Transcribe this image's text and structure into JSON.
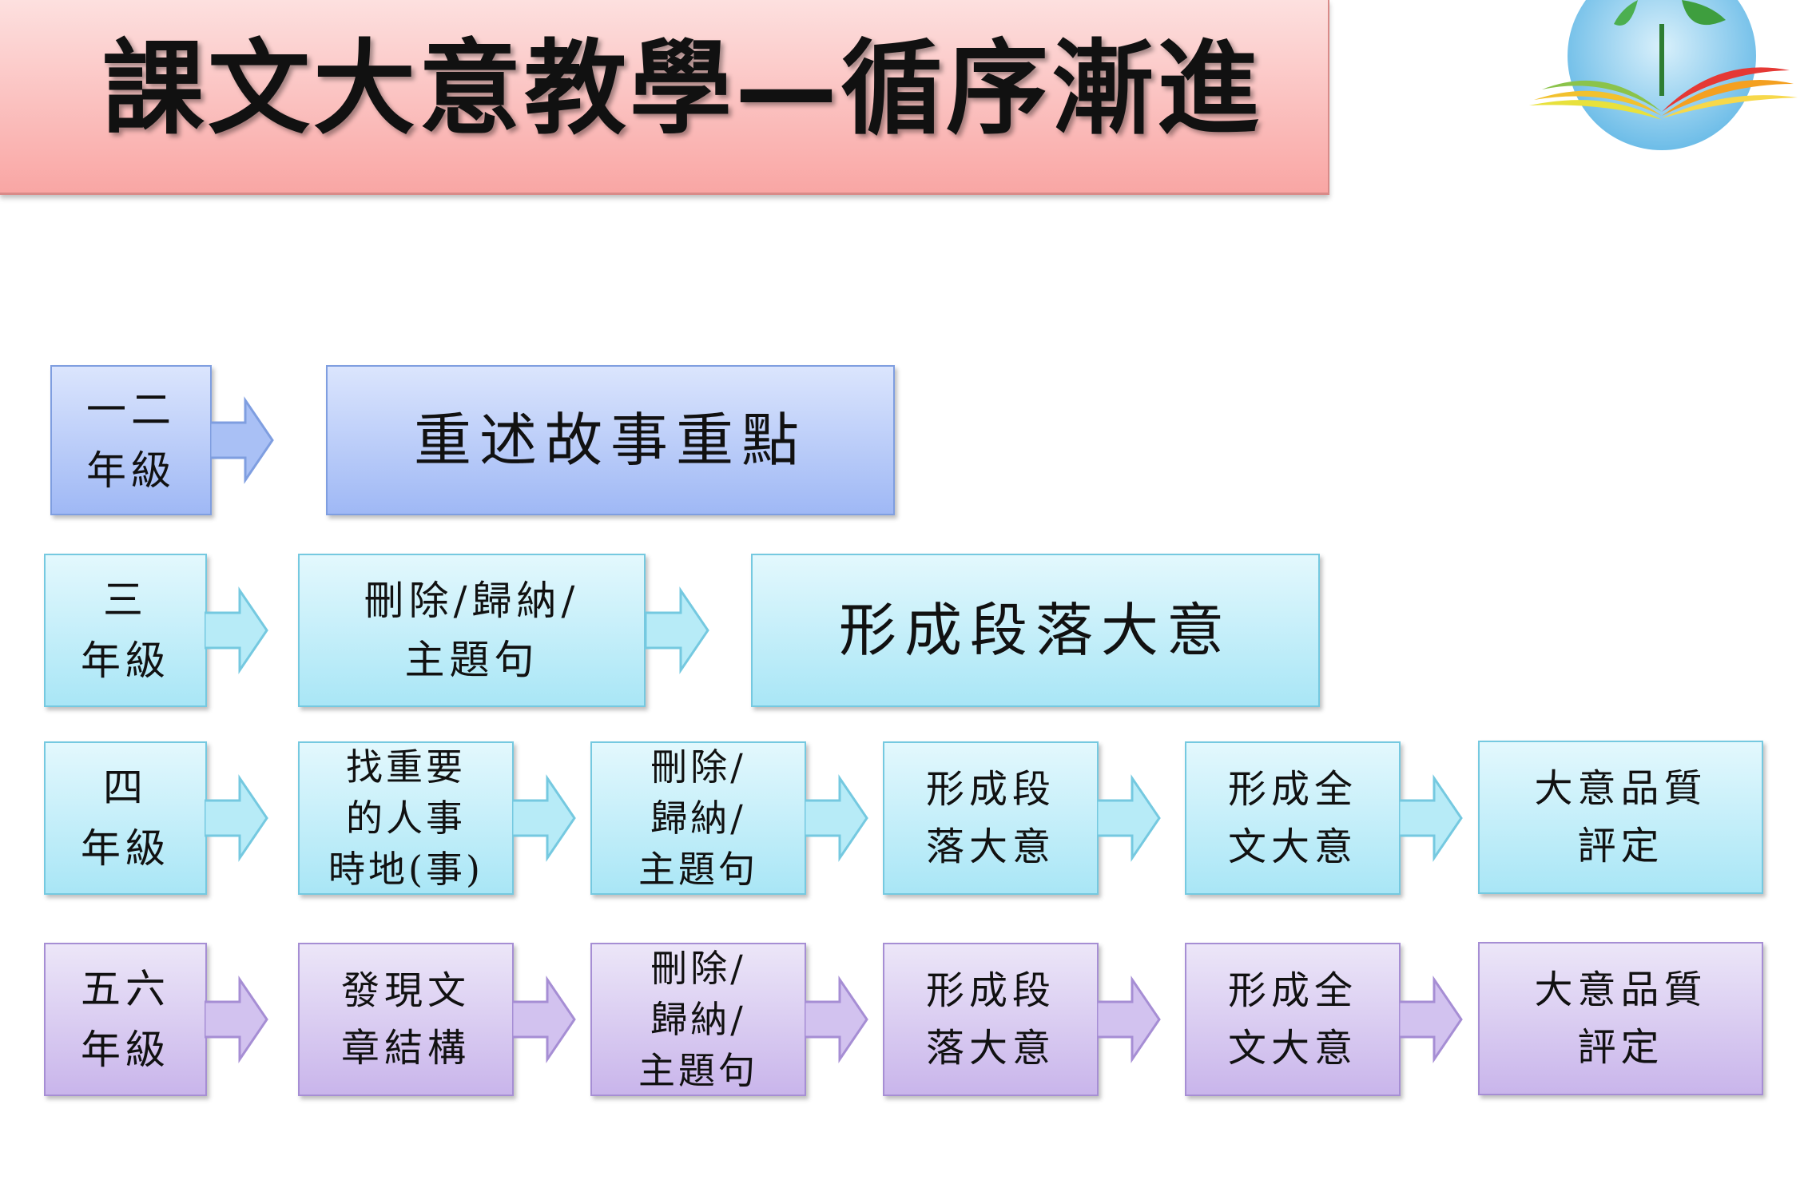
{
  "title": "課文大意教學—循序漸進",
  "colors": {
    "title_banner": "#f9a6a4",
    "row_12": "#9fb8f5",
    "row_3_4": "#a9e6f6",
    "row_56": "#c9b5eb"
  },
  "logo_icon": "sprout-book-logo-icon",
  "rows": [
    {
      "grade": "一二\n年級",
      "steps": [
        "重述故事重點"
      ]
    },
    {
      "grade": "三\n年級",
      "steps": [
        "刪除/歸納/\n主題句",
        "形成段落大意"
      ]
    },
    {
      "grade": "四\n年級",
      "steps": [
        "找重要\n的人事\n時地(事)",
        "刪除/\n歸納/\n主題句",
        "形成段\n落大意",
        "形成全\n文大意",
        "大意品質\n評定"
      ]
    },
    {
      "grade": "五六\n年級",
      "steps": [
        "發現文\n章結構",
        "刪除/\n歸納/\n主題句",
        "形成段\n落大意",
        "形成全\n文大意",
        "大意品質\n評定"
      ]
    }
  ]
}
